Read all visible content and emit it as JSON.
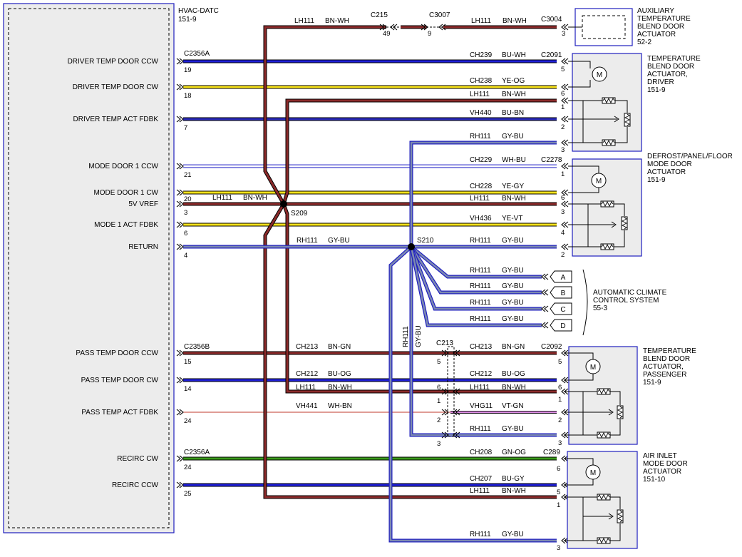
{
  "module": {
    "name": "HVAC-DATC",
    "ref": "151-9"
  },
  "pins": {
    "driver_ccw": "DRIVER TEMP DOOR CCW",
    "driver_cw": "DRIVER TEMP DOOR CW",
    "driver_fdbk": "DRIVER TEMP ACT FDBK",
    "mode_ccw": "MODE DOOR 1 CCW",
    "mode_cw": "MODE DOOR 1 CW",
    "vref": "5V VREF",
    "mode_fdbk": "MODE 1 ACT FDBK",
    "return": "RETURN",
    "pass_ccw": "PASS TEMP DOOR CCW",
    "pass_cw": "PASS TEMP DOOR CW",
    "pass_fdbk": "PASS TEMP ACT FDBK",
    "recirc_cw": "RECIRC CW",
    "recirc_ccw": "RECIRC CCW"
  },
  "connectors": {
    "c2356a": "C2356A",
    "c2356b": "C2356B",
    "c2356a_2": "C2356A",
    "c215": "C215",
    "c3007": "C3007",
    "c3004": "C3004",
    "c2091": "C2091",
    "c2278": "C2278",
    "c213": "C213",
    "c2092": "C2092",
    "c289": "C289"
  },
  "splices": {
    "s209": "S209",
    "s210": "S210"
  },
  "circuits": {
    "lh111": "LH111",
    "bn_wh": "BN-WH",
    "ch239": "CH239",
    "bu_wh": "BU-WH",
    "ch238": "CH238",
    "ye_og": "YE-OG",
    "vh440": "VH440",
    "bu_bn": "BU-BN",
    "rh111": "RH111",
    "gy_bu": "GY-BU",
    "ch229": "CH229",
    "wh_bu": "WH-BU",
    "ch228": "CH228",
    "ye_gy": "YE-GY",
    "vh436": "VH436",
    "ye_vt": "YE-VT",
    "ch213": "CH213",
    "bn_gn": "BN-GN",
    "ch212": "CH212",
    "bu_og": "BU-OG",
    "vh441": "VH441",
    "wh_bn": "WH-BN",
    "vhg11": "VHG11",
    "vt_gn": "VT-GN",
    "ch208": "CH208",
    "gn_og": "GN-OG",
    "ch207": "CH207",
    "bu_gy": "BU-GY"
  },
  "pin_numbers": {
    "m19": "19",
    "m18": "18",
    "m7": "7",
    "m21": "21",
    "m20": "20",
    "m3": "3",
    "m6": "6",
    "m4": "4",
    "m15": "15",
    "m14": "14",
    "m24": "24",
    "m24b": "24",
    "m25": "25",
    "c215_49": "49",
    "c3007_9": "9",
    "c3004_3": "3",
    "d5": "5",
    "d6": "6",
    "d1": "1",
    "d2": "2",
    "d3": "3",
    "f1": "1",
    "f6": "6",
    "f3": "3",
    "f4": "4",
    "f2": "2",
    "c213_5": "5",
    "c213_6": "6",
    "c213_1": "1",
    "c213_2": "2",
    "c213_3": "3",
    "p5": "5",
    "p6": "6",
    "p1": "1",
    "p2": "2",
    "p3": "3",
    "r6": "6",
    "r5": "5",
    "r1": "1",
    "r3": "3"
  },
  "acc_terminals": [
    "A",
    "B",
    "C",
    "D"
  ],
  "components": {
    "aux": {
      "name_l1": "AUXILIARY",
      "name_l2": "TEMPERATURE",
      "name_l3": "BLEND DOOR",
      "name_l4": "ACTUATOR",
      "ref": "52-2"
    },
    "driver": {
      "name_l1": "TEMPERATURE",
      "name_l2": "BLEND DOOR",
      "name_l3": "ACTUATOR,",
      "name_l4": "DRIVER",
      "ref": "151-9"
    },
    "mode": {
      "name_l1": "DEFROST/PANEL/FLOOR",
      "name_l2": "MODE DOOR",
      "name_l3": "ACTUATOR",
      "ref": "151-9"
    },
    "acc": {
      "name_l1": "AUTOMATIC CLIMATE",
      "name_l2": "CONTROL SYSTEM",
      "ref": "55-3"
    },
    "pass": {
      "name_l1": "TEMPERATURE",
      "name_l2": "BLEND DOOR",
      "name_l3": "ACTUATOR,",
      "name_l4": "PASSENGER",
      "ref": "151-9"
    },
    "air": {
      "name_l1": "AIR INLET",
      "name_l2": "MODE DOOR",
      "name_l3": "ACTUATOR",
      "ref": "151-10"
    }
  },
  "motor_symbol": "M",
  "colors": {
    "brown": "#8b2a2a",
    "blue": "#1f1fd8",
    "yellow": "#f7e21a",
    "gray_blue": "#6f7fa8",
    "green": "#3a9a1a",
    "white_blue": "#ffffff",
    "violet_green": "#d98ae0",
    "wh_bn": "#c0392b",
    "component_box": "#1f1fbf",
    "component_fill": "#ececec"
  }
}
